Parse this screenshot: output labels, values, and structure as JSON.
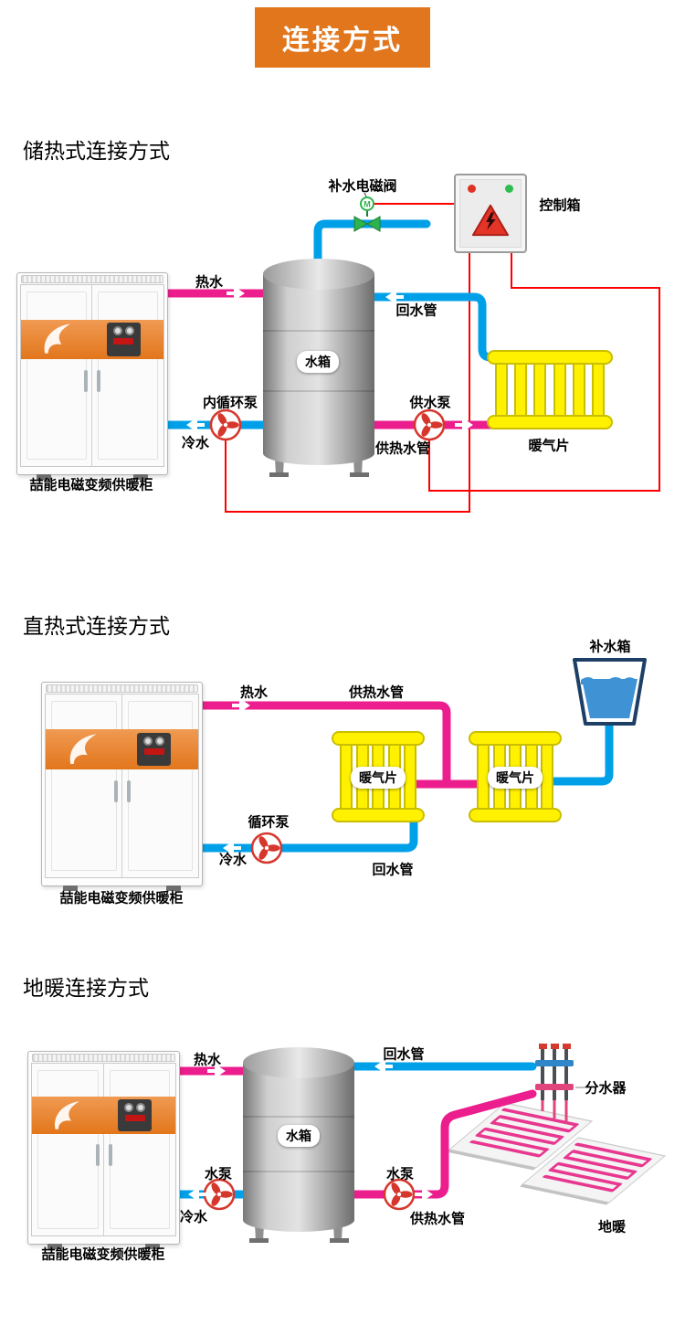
{
  "banner": {
    "title": "连接方式"
  },
  "sections": {
    "storage": {
      "title": "储热式连接方式",
      "labels": {
        "solenoid_valve": "补水电磁阀",
        "valve_m": "M",
        "control_box": "控制箱",
        "hot_water": "热水",
        "return_pipe": "回水管",
        "tank": "水箱",
        "inner_pump": "内循环泵",
        "supply_pump": "供水泵",
        "cold_water": "冷水",
        "supply_pipe": "供热水管",
        "radiator": "暖气片",
        "cabinet": "喆能电磁变频供暖柜"
      }
    },
    "direct": {
      "title": "直热式连接方式",
      "labels": {
        "makeup_tank": "补水箱",
        "hot_water": "热水",
        "supply_pipe": "供热水管",
        "radiator_left": "暖气片",
        "radiator_right": "暖气片",
        "circulation_pump": "循环泵",
        "cold_water": "冷水",
        "return_pipe": "回水管",
        "cabinet": "喆能电磁变频供暖柜"
      }
    },
    "floor": {
      "title": "地暖连接方式",
      "labels": {
        "hot_water": "热水",
        "return_pipe": "回水管",
        "tank": "水箱",
        "manifold": "分水器",
        "pump_left": "水泵",
        "pump_right": "水泵",
        "cold_water": "冷水",
        "supply_pipe": "供热水管",
        "floor_heating": "地暖",
        "cabinet": "喆能电磁变频供暖柜"
      }
    }
  },
  "colors": {
    "banner_bg": "#e2761c",
    "hot_pipe": "#ec1d8d",
    "cold_pipe": "#00a0e9",
    "radiator_yellow": "#fff100",
    "control_wire": "#ff0000",
    "cabinet_band": "#e2761c"
  }
}
